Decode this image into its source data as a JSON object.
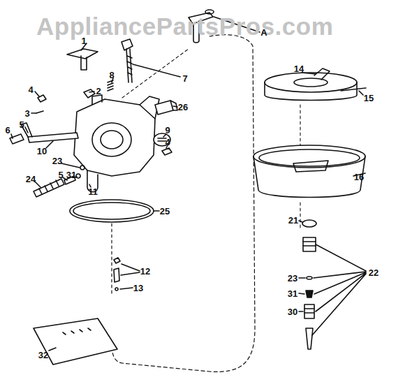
{
  "diagram": {
    "labels": [
      "AppliancePartsPros.com",
      "A",
      "1",
      "7",
      "8",
      "2",
      "4",
      "3",
      "26",
      "6",
      "5",
      "9",
      "4",
      "10",
      "23",
      "5",
      "31",
      "24",
      "11",
      "25",
      "12",
      "13",
      "32",
      "14",
      "15",
      "16",
      "21",
      "22",
      "23",
      "31",
      "30"
    ]
  }
}
